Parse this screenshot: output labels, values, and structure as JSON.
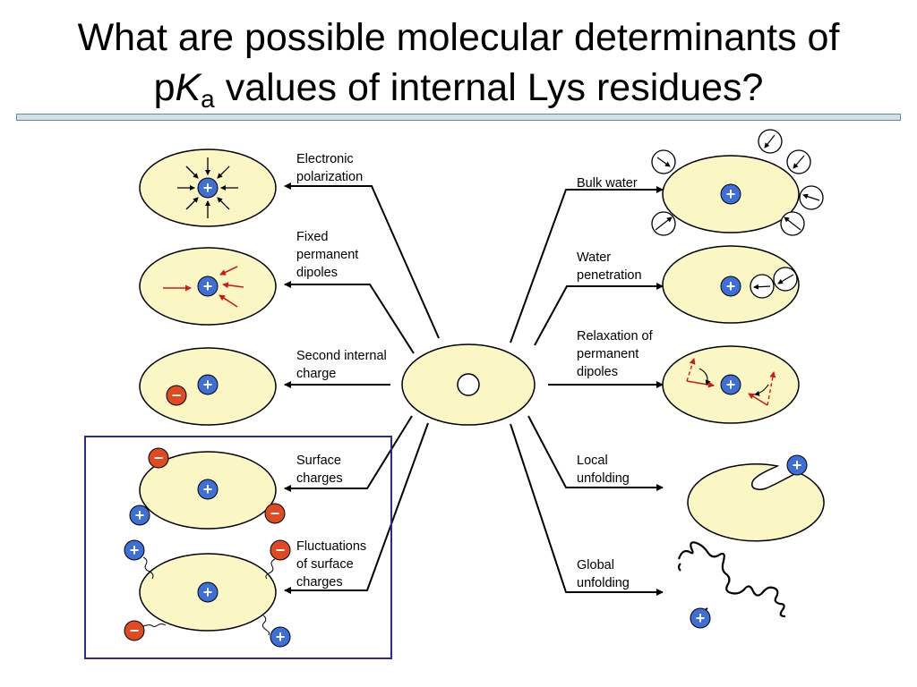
{
  "title": {
    "line1": "What are possible molecular determinants of",
    "line2_p": "p",
    "line2_K": "K",
    "line2_sub": "a",
    "line2_rest": " values of internal Lys residues?"
  },
  "left_labels": {
    "electronic_polarization": "Electronic\npolarization",
    "fixed_dipoles": "Fixed\npermanent\ndipoles",
    "second_charge": "Second internal\ncharge",
    "surface_charges": "Surface\ncharges",
    "fluctuations": "Fluctuations\nof surface\ncharges"
  },
  "right_labels": {
    "bulk_water": "Bulk water",
    "water_penetration": "Water\npenetration",
    "relaxation": "Relaxation of\npermanent\ndipoles",
    "local_unfolding": "Local\nunfolding",
    "global_unfolding": "Global\nunfolding"
  },
  "symbols": {
    "plus": "+",
    "minus": "−"
  },
  "colors": {
    "protein_fill": "#fbf7c4",
    "positive": "#3d6fd6",
    "negative": "#e04a22",
    "dipole_red": "#d01818",
    "frame": "#2b2b8c"
  }
}
